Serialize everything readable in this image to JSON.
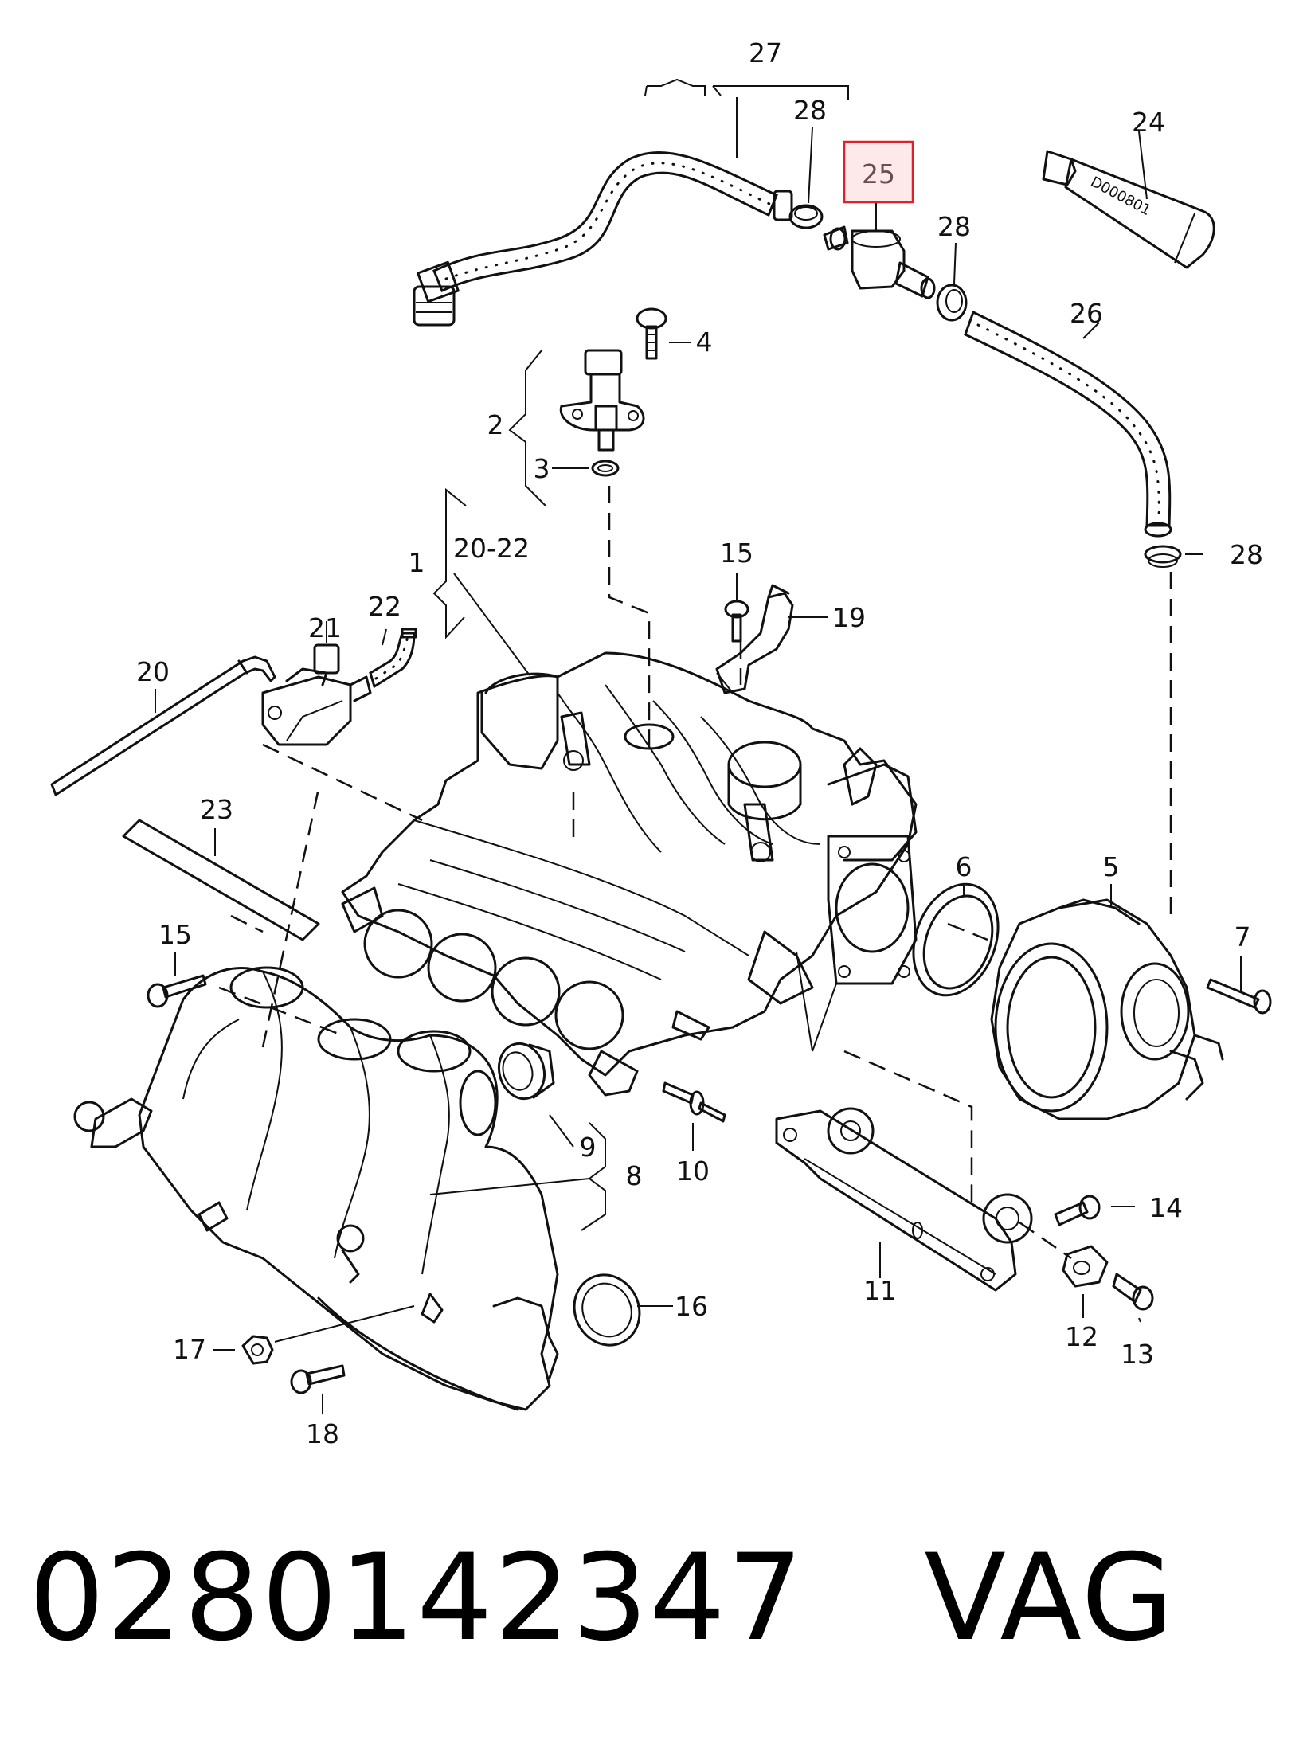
{
  "labels": {
    "n1": "1",
    "n2": "2",
    "n3": "3",
    "n4": "4",
    "n5": "5",
    "n6": "6",
    "n7": "7",
    "n8": "8",
    "n9": "9",
    "n10": "10",
    "n11": "11",
    "n12": "12",
    "n13": "13",
    "n14": "14",
    "n15a": "15",
    "n15b": "15",
    "n16": "16",
    "n17": "17",
    "n18": "18",
    "n19": "19",
    "n20": "20",
    "n20_22": "20-22",
    "n21": "21",
    "n22": "22",
    "n23": "23",
    "n24": "24",
    "n25": "25",
    "n26": "26",
    "n27": "27",
    "n28a": "28",
    "n28b": "28",
    "n28c": "28"
  },
  "tube_marking": "D000801",
  "highlight": {
    "label": "25",
    "color": "#e0202a",
    "fill": "#fde8ea"
  },
  "caption": {
    "part_number": "0280142347",
    "brand": "VAG"
  }
}
